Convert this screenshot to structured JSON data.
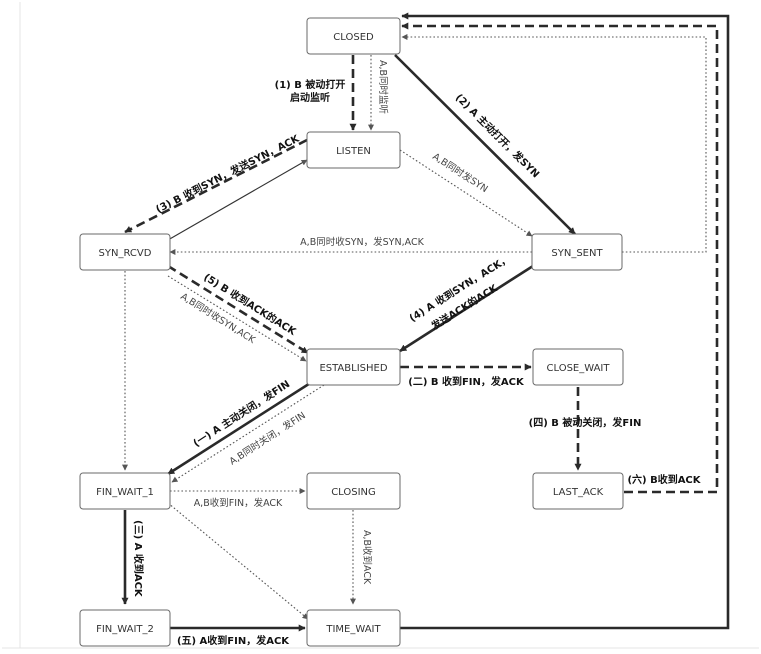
{
  "states": {
    "closed": "CLOSED",
    "listen": "LISTEN",
    "syn_rcvd": "SYN_RCVD",
    "syn_sent": "SYN_SENT",
    "established": "ESTABLISHED",
    "close_wait": "CLOSE_WAIT",
    "fin_wait_1": "FIN_WAIT_1",
    "closing": "CLOSING",
    "last_ack": "LAST_ACK",
    "fin_wait_2": "FIN_WAIT_2",
    "time_wait": "TIME_WAIT"
  },
  "labels": {
    "b_passive_open_1": "(1) B 被动打开",
    "b_passive_open_2": "启动监听",
    "ab_listen": "A,B同时监听",
    "a_active_open": "(2) A 主动打开，发SYN",
    "ab_send_syn": "A,B同时发SYN",
    "b_recv_syn": "(3) B 收到SYN，发送SYN，ACK",
    "ab_recv_syn_send_ack": "A,B同时收SYN，发SYN,ACK",
    "b_recv_ack": "(5) B 收到ACK的ACK",
    "ab_recv_syn_ack": "A,B同时收SYN,ACK",
    "a_recv_synack_1": "(4) A 收到SYN，ACK，",
    "a_recv_synack_2": "发送ACK的ACK",
    "b_recv_fin": "(二) B 收到FIN，发ACK",
    "a_active_close": "(一) A 主动关闭，发FIN",
    "ab_close_fin": "A,B同时关闭，发FIN",
    "b_passive_close": "(四) B 被动关闭，发FIN",
    "b_recv_ack_final": "(六) B收到ACK",
    "ab_recv_fin_ack": "A,B收到FIN，发ACK",
    "a_recv_ack_3": "(三) A 收到ACK",
    "ab_recv_ack": "A,B收到ACK",
    "a_recv_fin": "(五) A收到FIN，发ACK"
  }
}
